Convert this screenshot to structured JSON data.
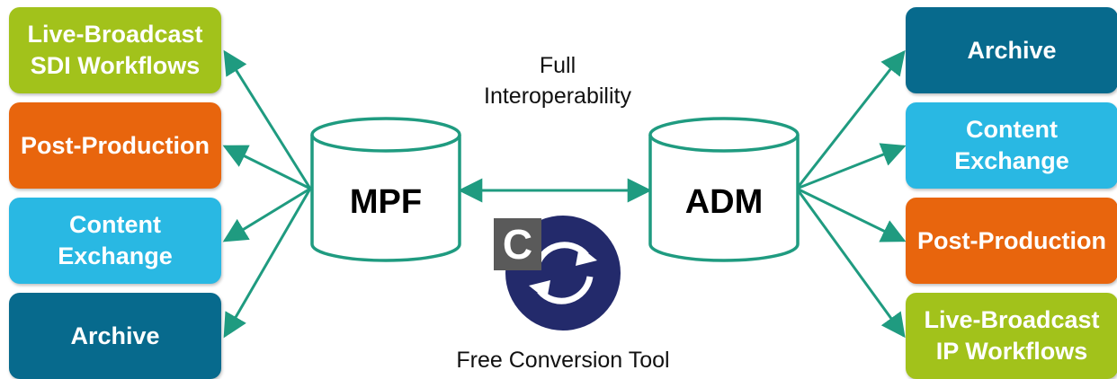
{
  "colors": {
    "lime": "#a2c21b",
    "orange": "#e8650d",
    "lightblue": "#29b8e3",
    "darkteal": "#076a8d",
    "arrow": "#1f9b80",
    "logo_circle": "#232a6b",
    "logo_square": "#5a5a5a"
  },
  "left_boxes": [
    {
      "lines": [
        "Live-Broadcast",
        "SDI Workflows"
      ],
      "color": "lime"
    },
    {
      "lines": [
        "Post-Production"
      ],
      "color": "orange"
    },
    {
      "lines": [
        "Content",
        "Exchange"
      ],
      "color": "lightblue"
    },
    {
      "lines": [
        "Archive"
      ],
      "color": "darkteal"
    }
  ],
  "right_boxes": [
    {
      "lines": [
        "Archive"
      ],
      "color": "darkteal"
    },
    {
      "lines": [
        "Content",
        "Exchange"
      ],
      "color": "lightblue"
    },
    {
      "lines": [
        "Post-Production"
      ],
      "color": "orange"
    },
    {
      "lines": [
        "Live-Broadcast",
        "IP Workflows"
      ],
      "color": "lime"
    }
  ],
  "cylinders": {
    "left_label": "MPF",
    "right_label": "ADM"
  },
  "interop": {
    "line1": "Full",
    "line2": "Interoperability"
  },
  "tool": {
    "letter": "C",
    "caption": "Free Conversion Tool",
    "icon": "sync-icon"
  }
}
